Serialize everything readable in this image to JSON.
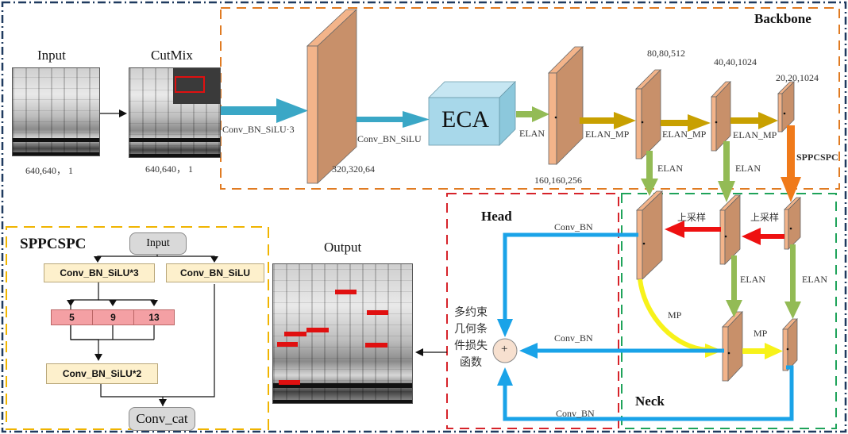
{
  "backbone": {
    "title": "Backbone",
    "input_label": "Input",
    "input_dims": "640,640， 1",
    "cutmix_label": "CutMix",
    "cutmix_dims": "640,640， 1",
    "conv1_label": "Conv_BN_SiLU·3",
    "conv1_dims": "320,320,64",
    "conv2_label": "Conv_BN_SiLU",
    "eca_label": "ECA",
    "elan_label": "ELAN",
    "stage2_dims": "160,160,256",
    "elan_mp_1": "ELAN_MP",
    "elan_mp_2": "ELAN_MP",
    "elan_mp_3": "ELAN_MP",
    "stage3_dims": "80,80,512",
    "stage4_dims": "40,40,1024",
    "stage5_dims": "20,20,1024",
    "sppcspc_label": "SPPCSPC",
    "down_elan_1": "ELAN",
    "down_elan_2": "ELAN"
  },
  "neck": {
    "title": "Neck",
    "upsample_1": "上采样",
    "upsample_2": "上采样",
    "elan_1": "ELAN",
    "elan_2": "ELAN",
    "mp_1": "MP",
    "mp_2": "MP"
  },
  "head": {
    "title": "Head",
    "conv_bn_top": "Conv_BN",
    "conv_bn_mid": "Conv_BN",
    "conv_bn_bottom": "Conv_BN",
    "loss_lines": [
      "多约束",
      "几何条",
      "件损失",
      "函数"
    ],
    "sum_symbol": "+"
  },
  "output": {
    "label": "Output"
  },
  "sppcspc": {
    "title": "SPPCSPC",
    "input": "Input",
    "branch_left": "Conv_BN_SiLU*3",
    "branch_right": "Conv_BN_SiLU",
    "pools": [
      "5",
      "9",
      "13"
    ],
    "merge": "Conv_BN_SiLU*2",
    "output": "Conv_cat"
  },
  "colors": {
    "outer_frame": "#1f3a5f",
    "backbone_frame": "#e07b22",
    "head_frame": "#d6232a",
    "neck_frame": "#1fa35a",
    "sppcspc_frame": "#f0b400",
    "teal_arrow": "#3aa7c6",
    "green_arrow": "#93bb55",
    "olive_arrow": "#c8a000",
    "orange_arrow": "#f07a1a",
    "red_arrow": "#ee1111",
    "yellow_arrow": "#f7f21a",
    "blue_arrow": "#1aa3e8",
    "feature_map_face": "#c8906a",
    "feature_map_side": "#f3b48a",
    "eca_face": "#a8d8ea"
  }
}
